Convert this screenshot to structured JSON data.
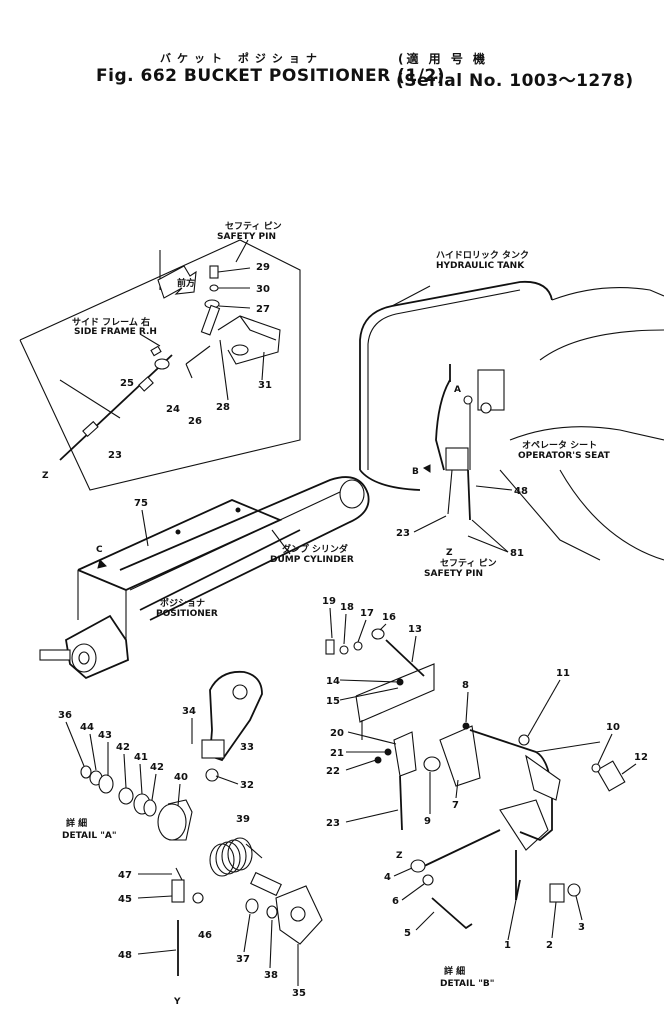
{
  "header": {
    "title_jp": "バケット ポジショナ",
    "title_en": "Fig. 662 BUCKET POSITIONER (1/2)",
    "serial_jp": "(適 用 号 機",
    "serial_en": "(Serial No. 1003～1278)"
  },
  "labels": {
    "safety_pin_jp": "セフティ ピン",
    "safety_pin": "SAFETY PIN",
    "side_frame_jp": "サイド フレーム 右",
    "side_frame": "SIDE FRAME R.H",
    "forward_jp": "前方",
    "hyd_tank_jp": "ハイドロリック タンク",
    "hyd_tank": "HYDRAULIC TANK",
    "op_seat_jp": "オペレータ シート",
    "op_seat": "OPERATOR'S SEAT",
    "dump_cyl_jp": "ダンプ シリンダ",
    "dump_cyl": "DUMP CYLINDER",
    "positioner_jp": "ポジショナ",
    "positioner": "POSITIONER",
    "safety_pin2_jp": "セフティ ピン",
    "safety_pin2": "SAFETY PIN",
    "detail_a_jp": "詳 細",
    "detail_a": "DETAIL \"A\"",
    "detail_b_jp": "詳 細",
    "detail_b": "DETAIL \"B\"",
    "letter_z1": "Z",
    "letter_z2": "Z",
    "letter_z3": "Z",
    "letter_a": "A",
    "letter_b": "B",
    "letter_c": "C",
    "letter_y": "Y"
  },
  "parts": {
    "p1": "1",
    "p2": "2",
    "p3": "3",
    "p4": "4",
    "p5": "5",
    "p6": "6",
    "p7": "7",
    "p8": "8",
    "p9": "9",
    "p10": "10",
    "p11": "11",
    "p12": "12",
    "p13": "13",
    "p14": "14",
    "p15": "15",
    "p16": "16",
    "p17": "17",
    "p18": "18",
    "p19": "19",
    "p20": "20",
    "p21": "21",
    "p22": "22",
    "p23": "23",
    "p23b": "23",
    "p23c": "23",
    "p24": "24",
    "p25": "25",
    "p26": "26",
    "p27": "27",
    "p28": "28",
    "p29": "29",
    "p30": "30",
    "p31": "31",
    "p32": "32",
    "p33": "33",
    "p34": "34",
    "p35": "35",
    "p36": "36",
    "p37": "37",
    "p38": "38",
    "p39": "39",
    "p40": "40",
    "p41": "41",
    "p42a": "42",
    "p42b": "42",
    "p43": "43",
    "p44": "44",
    "p45": "45",
    "p46": "46",
    "p47": "47",
    "p48": "48",
    "p48b": "48",
    "p75": "75",
    "p81": "81"
  }
}
